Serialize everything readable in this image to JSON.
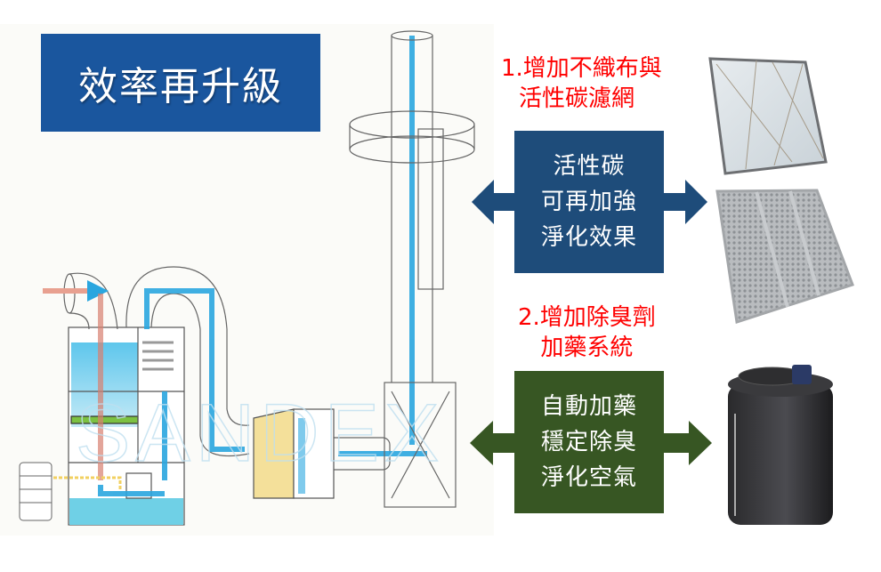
{
  "title": "效率再升級",
  "upgrade_1": {
    "label_lines": [
      "1.增加不織布與",
      "活性碳濾網"
    ],
    "box_lines": [
      "活性碳",
      "可再加強",
      "淨化效果"
    ],
    "box_color": "#1e4c7a",
    "images": [
      "non-woven-filter",
      "activated-carbon-filter"
    ]
  },
  "upgrade_2": {
    "label_lines": [
      "2.增加除臭劑",
      "加藥系統"
    ],
    "box_lines": [
      "自動加藥",
      "穩定除臭",
      "淨化空氣"
    ],
    "box_color": "#375623",
    "images": [
      "chemical-dosing-tank"
    ]
  },
  "watermark": "SANDEX",
  "colors": {
    "title_bg": "#1a569e",
    "label_red": "#ff0000",
    "flow_blue": "#2aa6df",
    "flow_inlet": "#e8a090",
    "flow_yellow": "#f2e08a",
    "water": "#6fd0e6"
  }
}
